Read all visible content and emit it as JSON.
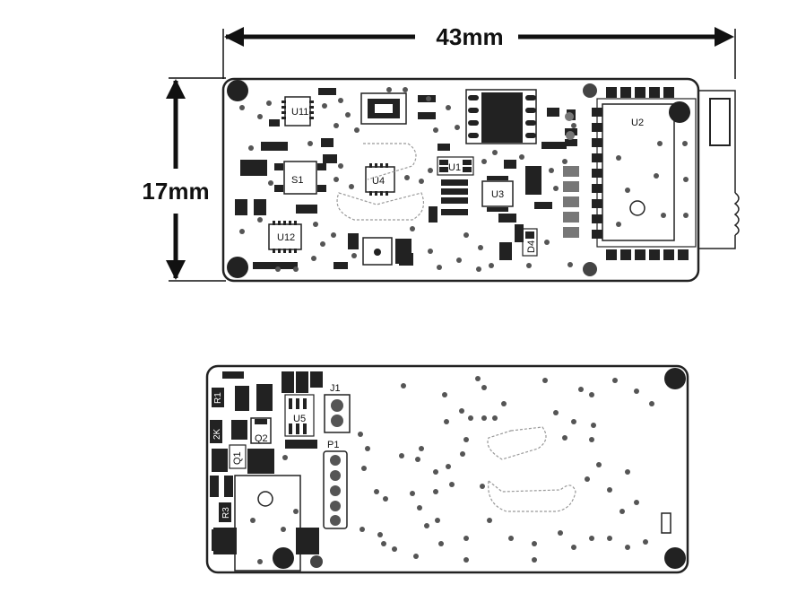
{
  "dimensions": {
    "width_label": "43mm",
    "height_label": "17mm"
  },
  "top_board": {
    "refs": {
      "u11": "U11",
      "s1": "S1",
      "u4": "U4",
      "u1": "U1",
      "u3": "U3",
      "u2": "U2",
      "u12": "U12",
      "d4": "D4"
    }
  },
  "bottom_board": {
    "refs": {
      "j1": "J1",
      "p1": "P1",
      "q2": "Q2",
      "q1": "Q1",
      "u5": "U5",
      "r1": "R1",
      "r3": "R3",
      "k2": "2K"
    }
  },
  "colors": {
    "ink": "#111111",
    "pad": "#1a1a1a",
    "via": "#555555",
    "outline": "#222222",
    "gray_pad": "#777777"
  }
}
